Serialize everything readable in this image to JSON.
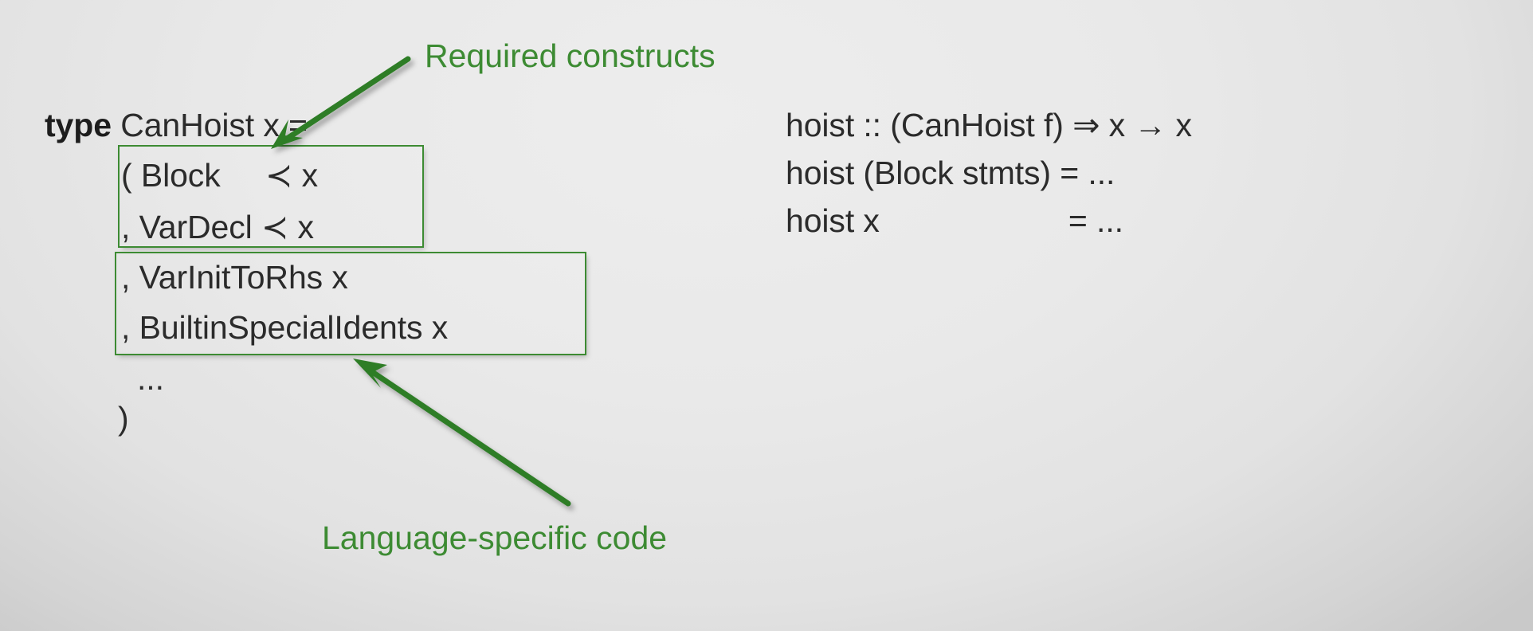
{
  "slide": {
    "background_color": "#e9e9e9",
    "accent_color": "#3d8b33",
    "text_color": "#2b2b2b"
  },
  "code_left": {
    "header_keyword": "type",
    "header_rest": " CanHoist x =",
    "lines": [
      "( Block     ≺ x",
      ", VarDecl ≺ x",
      ", VarInitToRhs x",
      ", BuiltinSpecialIdents x",
      "...",
      ")"
    ]
  },
  "code_right": {
    "lines": [
      "hoist :: (CanHoist f) ⇒ x → x",
      "hoist (Block stmts) = ...",
      "hoist x                     = ..."
    ]
  },
  "annotations": [
    {
      "id": "required-constructs",
      "label": "Required constructs",
      "color": "#3d8b33",
      "target": "box-required"
    },
    {
      "id": "language-specific-code",
      "label": "Language-specific code",
      "color": "#3d8b33",
      "target": "box-language"
    }
  ]
}
